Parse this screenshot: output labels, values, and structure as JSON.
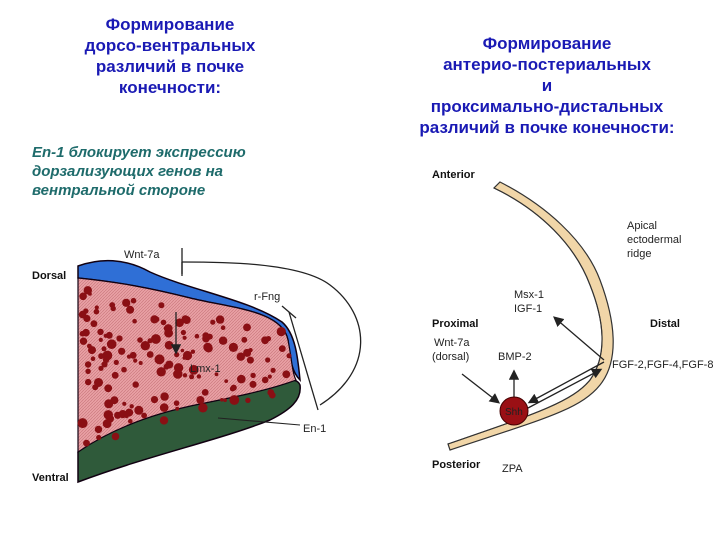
{
  "left_panel": {
    "title_lines": [
      "Формирование",
      "дорсо-вентральных",
      "различий в почке",
      "конечности:"
    ],
    "note_lines": [
      "En-1 блокирует экспрессию",
      "дорзализующих генов на",
      "вентральной стороне"
    ],
    "diagram": {
      "dorsal": "Dorsal",
      "ventral": "Ventral",
      "wnt7a": "Wnt-7a",
      "rfng": "r-Fng",
      "lmx1": "Lmx-1",
      "en1": "En-1"
    }
  },
  "right_panel": {
    "title_lines": [
      "Формирование",
      "антерио-постериальных",
      "и",
      "проксимально-дистальных",
      "различий в почке конечности:"
    ],
    "diagram": {
      "anterior": "Anterior",
      "posterior": "Posterior",
      "proximal": "Proximal",
      "distal": "Distal",
      "aer_lines": [
        "Apical",
        "ectodermal",
        "ridge"
      ],
      "msx1": "Msx-1",
      "igf1": "IGF-1",
      "wnt7a": "Wnt-7a",
      "dorsal_paren": "(dorsal)",
      "bmp2": "BMP-2",
      "fgf": "FGF-2,FGF-4,FGF-8",
      "shh": "Shh",
      "zpa": "ZPA"
    }
  },
  "colors": {
    "title": "#1a1ab4",
    "note": "#1e6b6b",
    "mesenchyme": "#e8a0a4",
    "dots": "#8a0f14",
    "dorsal_ectoderm": "#2f6fd6",
    "ventral_ectoderm": "#2f5a3a",
    "limb_band": "#f1d6a8",
    "shh_node": "#9a1015"
  }
}
